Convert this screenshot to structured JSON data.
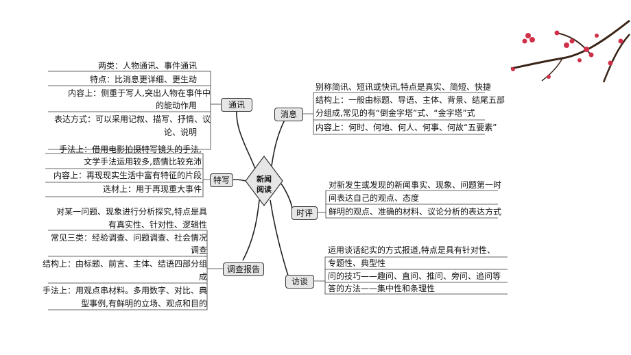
{
  "center": {
    "line1": "新闻",
    "line2": "阅读"
  },
  "tongxun": {
    "label": "通讯",
    "lines": [
      "两类：人物通讯、事件通讯",
      "特点：比消息更详细、更生动",
      "内容上：侧重于写人,突出人物在事件中",
      "的能动作用",
      "表达方式：可以采用记叙、描写、抒情、议",
      "论、说明"
    ]
  },
  "texie": {
    "label": "特写",
    "lines": [
      "手法上：借用电影拍摄特写镜头的手法,",
      "文学手法运用较多,感情比较充沛",
      "内容上：再现现实生活中富有特征的片段",
      "选材上：用于再现重大事件"
    ]
  },
  "diaocha": {
    "label": "调查报告",
    "lines": [
      "对某一问题、现象进行分析探究,特点是具",
      "有真实性、针对性、逻辑性",
      "常见三类：经验调查、问题调查、社会情况",
      "调查",
      "结构上：由标题、前言、主体、结语四部分组",
      "成",
      "手法上：用观点串材料。多用数字、对比、典",
      "型事例,有鲜明的立场、观点和目的"
    ]
  },
  "xiaoxi": {
    "label": "消息",
    "lines": [
      "别称简讯、短讯或快讯,特点是真实、简短、快捷",
      "结构上：一般由标题、导语、主体、背景、结尾五部",
      "分组成,常见的有“倒金字塔”式、“金字塔”式",
      "内容上：何时、何地、何人、何事、何故“五要素”"
    ]
  },
  "shiping": {
    "label": "时评",
    "lines": [
      "对新发生或发现的新闻事实、现象、问题第一时",
      "间表达自己的观点、态度",
      "鲜明的观点、准确的材料、议论分析的表达方式"
    ]
  },
  "fangtan": {
    "label": "访谈",
    "lines": [
      "运用谈话纪实的方式报道,特点是具有针对性、",
      "专题性、典型性",
      "问的技巧——趣问、直问、推问、旁问、追问等",
      "答的方法——集中性和条理性"
    ]
  },
  "colors": {
    "node_fill": "#e6e6e6",
    "line": "#222222",
    "blossom": "#d0304a",
    "branch": "#3a2418"
  }
}
